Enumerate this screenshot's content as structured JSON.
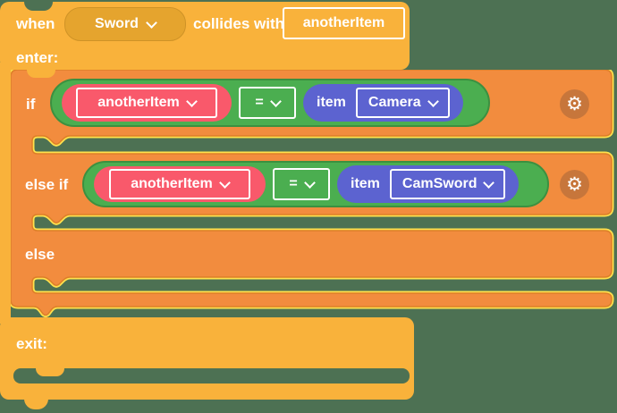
{
  "colors": {
    "background": "#4d7153",
    "event_block": "#f9b23b",
    "logic_block": "#f28c3e",
    "logic_block_border": "#dd7f28",
    "selection_glow": "#ffe14d",
    "sprite_dropdown": "#e5a42e",
    "comparison_green": "#4bae50",
    "variable_red": "#f9596b",
    "item_blue": "#5c63d0",
    "gear_circle": "#c7763b"
  },
  "event_block": {
    "when_label": "when",
    "sprite_dropdown": "Sword",
    "collides_label": "collides with",
    "param_name": "anotherItem",
    "enter_label": "enter:",
    "exit_label": "exit:"
  },
  "if_block": {
    "if_label": "if",
    "else_if_label": "else if",
    "else_label": "else",
    "gear_icon": "⚙",
    "conditions": [
      {
        "left_dropdown": "anotherItem",
        "operator": "=",
        "item_label": "item",
        "item_dropdown": "Camera"
      },
      {
        "left_dropdown": "anotherItem",
        "operator": "=",
        "item_label": "item",
        "item_dropdown": "CamSword"
      }
    ]
  }
}
